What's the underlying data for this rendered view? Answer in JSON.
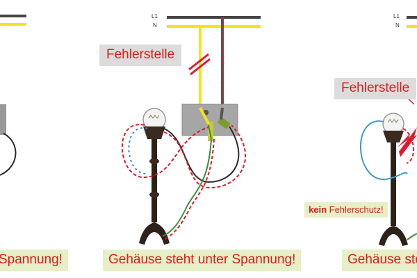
{
  "panels": [
    {
      "id": "left",
      "bottom_label": "Spannung!"
    },
    {
      "id": "middle",
      "wire_labels": [
        "L1",
        "N"
      ],
      "fault_label": "Fehlerstelle",
      "bottom_label": "Gehäuse steht unter Spannung!"
    },
    {
      "id": "right",
      "wire_labels": [
        "L1",
        "N"
      ],
      "fault_label": "Fehlerstelle",
      "warning_bold": "kein",
      "warning_rest": " Fehlerschutz!",
      "bottom_label": "Gehäuse ste"
    }
  ],
  "colors": {
    "phase_wire": "#f5e31b",
    "neutral_wire": "#2b2b2b",
    "fault_dash": "#e3182c",
    "protective_wire_green": "#3b8f3b",
    "neutral_loop_blue": "#3b86c8",
    "label_red": "#e01a1a",
    "label_bg_grey": "#dcdcdc",
    "label_bg_green": "#e6efc6"
  }
}
